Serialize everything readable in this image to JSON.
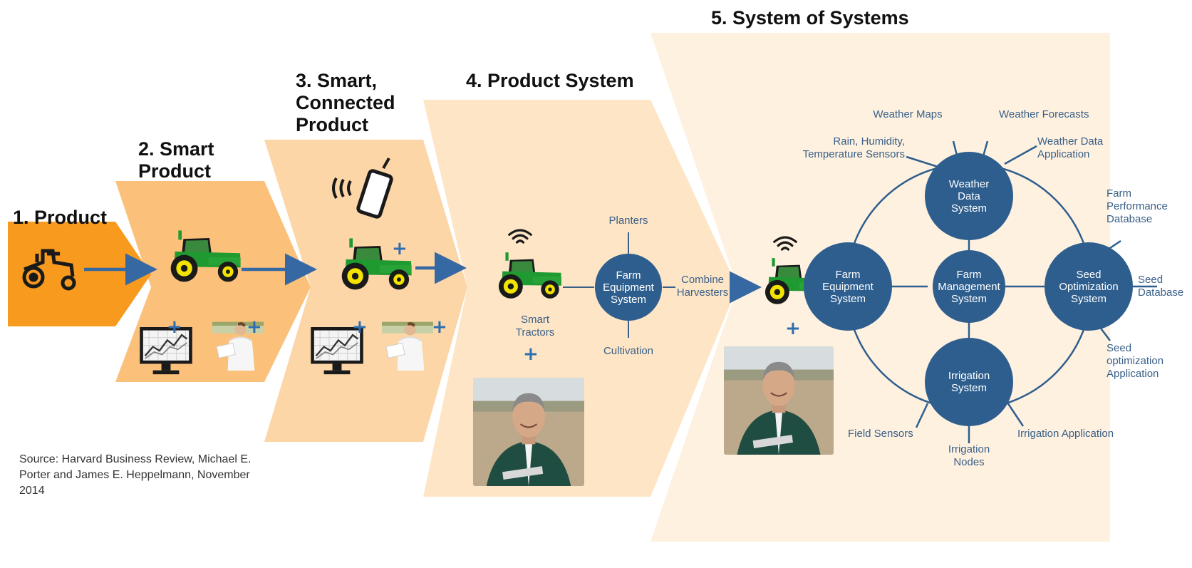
{
  "stages": [
    {
      "id": "product",
      "title": "1. Product"
    },
    {
      "id": "smart-product",
      "title": "2. Smart\nProduct"
    },
    {
      "id": "smart-connected-product",
      "title": "3. Smart,\nConnected\nProduct"
    },
    {
      "id": "product-system",
      "title": "4.  Product System"
    },
    {
      "id": "system-of-systems",
      "title": "5.  System of Systems"
    }
  ],
  "product_system": {
    "hub": "Farm\nEquipment\nSystem",
    "spokes": {
      "top": "Planters",
      "bottom": "Cultivation",
      "right": "Combine\nHarvesters",
      "left": "Smart\nTractors"
    }
  },
  "system_of_systems": {
    "nodes": {
      "weather": "Weather\nData\nSystem",
      "farm_equipment": "Farm\nEquipment\nSystem",
      "farm_management": "Farm\nManagement\nSystem",
      "seed": "Seed\nOptimization\nSystem",
      "irrigation": "Irrigation\nSystem"
    },
    "labels": {
      "weather_maps": "Weather Maps",
      "weather_forecasts": "Weather Forecasts",
      "rain_sensors": "Rain, Humidity,\nTemperature Sensors",
      "weather_data_app": "Weather Data\nApplication",
      "farm_performance_db": "Farm\nPerformance\nDatabase",
      "seed_database": "Seed\nDatabase",
      "seed_opt_app": "Seed\noptimization\nApplication",
      "irrigation_app": "Irrigation Application",
      "irrigation_nodes": "Irrigation\nNodes",
      "field_sensors": "Field Sensors"
    }
  },
  "plus_sign": "+",
  "source": "Source:  Harvard Business Review, Michael E. Porter and James E. Heppelmann, November 2014",
  "colors": {
    "stage1": "#f79a1d",
    "stage2": "#fbc07a",
    "stage3": "#fdd6a8",
    "stage4": "#fde5c6",
    "stage5": "#fef1e0",
    "node": "#2e5e8e",
    "arrow": "#3668a3",
    "plus": "#2f6eae",
    "label": "#3a6088",
    "tractor_green": "#1f9a31",
    "tractor_wheel": "#f2e400"
  },
  "icons": [
    "tractor-outline-icon",
    "tractor-icon",
    "monitor-chart-icon",
    "phone-icon",
    "wifi-icon",
    "person-icon",
    "farmer-photo"
  ]
}
